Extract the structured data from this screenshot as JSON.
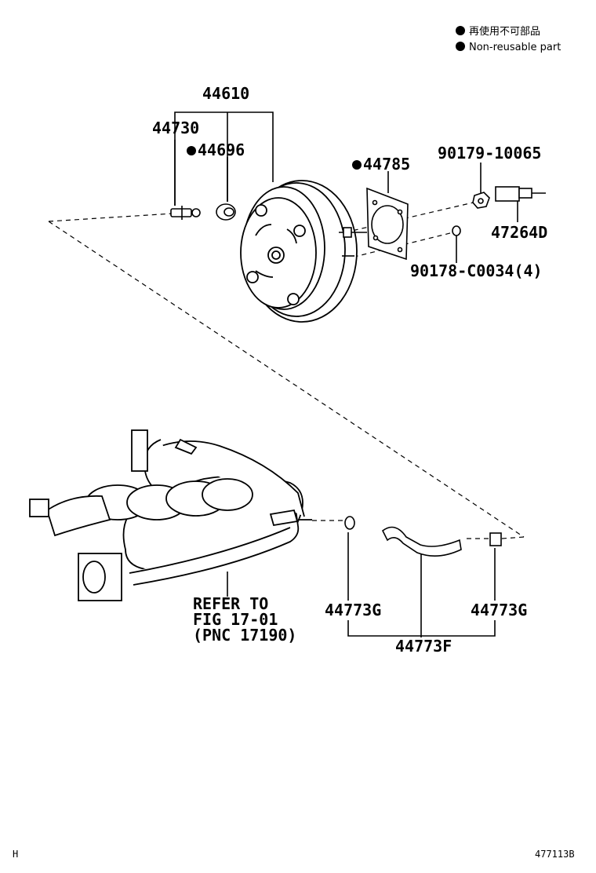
{
  "legend": {
    "jp_label": "再使用不可部品",
    "en_label": "Non-reusable part"
  },
  "parts": {
    "p44610": "44610",
    "p44730": "44730",
    "p44696": "44696",
    "p44785": "44785",
    "p90179": "90179-10065",
    "p47264": "47264D",
    "p90178": "90178-C0034(4)",
    "p44773g_left": "44773G",
    "p44773g_right": "44773G",
    "p44773f": "44773F"
  },
  "refer": {
    "line1": "REFER TO",
    "line2": "FIG 17-01",
    "line3": "(PNC 17190)"
  },
  "footer": {
    "left_code": "H",
    "figure_id": "477113B"
  },
  "icons": [
    "non-reusable-dot-icon"
  ]
}
